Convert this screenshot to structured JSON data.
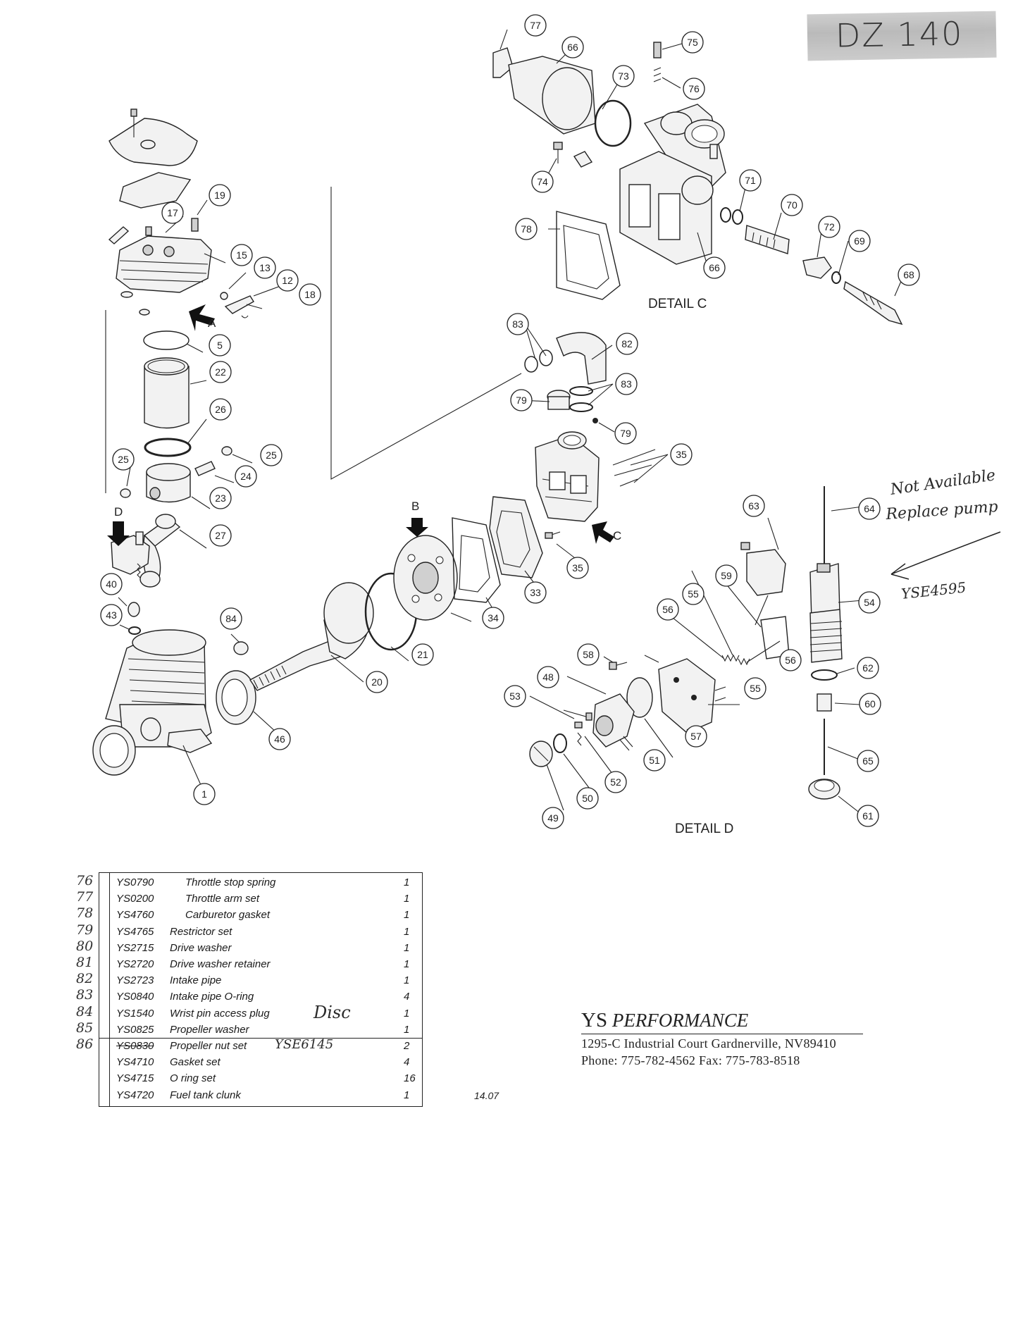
{
  "document": {
    "stamp_label": "DZ 140",
    "detail_labels": {
      "c": "DETAIL C",
      "d": "DETAIL D"
    },
    "view_letters": [
      "A",
      "B",
      "C",
      "D"
    ],
    "callouts": [
      "1",
      "5",
      "12",
      "13",
      "15",
      "17",
      "18",
      "19",
      "20",
      "21",
      "22",
      "23",
      "24",
      "25",
      "25",
      "26",
      "27",
      "33",
      "34",
      "35",
      "35",
      "40",
      "43",
      "46",
      "48",
      "49",
      "50",
      "51",
      "52",
      "53",
      "54",
      "55",
      "55",
      "56",
      "56",
      "57",
      "58",
      "59",
      "60",
      "61",
      "62",
      "63",
      "64",
      "65",
      "66",
      "66",
      "68",
      "69",
      "70",
      "71",
      "72",
      "73",
      "74",
      "75",
      "76",
      "77",
      "78",
      "79",
      "79",
      "82",
      "83",
      "83",
      "84"
    ],
    "handwritten_notes": {
      "not_available": "Not Available",
      "replace_pump": "Replace pump",
      "replacement_part": "YSE4595",
      "disc_note": "Disc",
      "nut_replacement": "YSE6145"
    },
    "parts_table": {
      "rows": [
        {
          "line_no": "76",
          "part_no": "YS0790",
          "description": "Throttle stop spring",
          "qty": "1"
        },
        {
          "line_no": "77",
          "part_no": "YS0200",
          "description": "Throttle arm set",
          "qty": "1"
        },
        {
          "line_no": "78",
          "part_no": "YS4760",
          "description": "Carburetor gasket",
          "qty": "1"
        },
        {
          "line_no": "79",
          "part_no": "YS4765",
          "description": "Restrictor set",
          "qty": "1"
        },
        {
          "line_no": "80",
          "part_no": "YS2715",
          "description": "Drive washer",
          "qty": "1"
        },
        {
          "line_no": "81",
          "part_no": "YS2720",
          "description": "Drive washer retainer",
          "qty": "1"
        },
        {
          "line_no": "82",
          "part_no": "YS2723",
          "description": "Intake pipe",
          "qty": "1"
        },
        {
          "line_no": "83",
          "part_no": "YS0840",
          "description": "Intake pipe O-ring",
          "qty": "4"
        },
        {
          "line_no": "84",
          "part_no": "YS1540",
          "description": "Wrist pin access plug",
          "qty": "1"
        },
        {
          "line_no": "85",
          "part_no": "YS0825",
          "description": "Propeller washer",
          "qty": "1"
        },
        {
          "line_no": "86",
          "part_no": "YS0830",
          "description": "Propeller nut set",
          "qty": "2"
        },
        {
          "line_no": "",
          "part_no": "YS4710",
          "description": "Gasket set",
          "qty": "4"
        },
        {
          "line_no": "",
          "part_no": "YS4715",
          "description": "O ring set",
          "qty": "16"
        },
        {
          "line_no": "",
          "part_no": "YS4720",
          "description": "Fuel tank clunk",
          "qty": "1"
        }
      ]
    },
    "company": {
      "name_ys": "YS",
      "name_rest": "PERFORMANCE",
      "address": "1295-C Industrial Court Gardnerville, NV89410",
      "phone": "Phone: 775-782-4562  Fax: 775-783-8518"
    },
    "revision": "14.07"
  }
}
